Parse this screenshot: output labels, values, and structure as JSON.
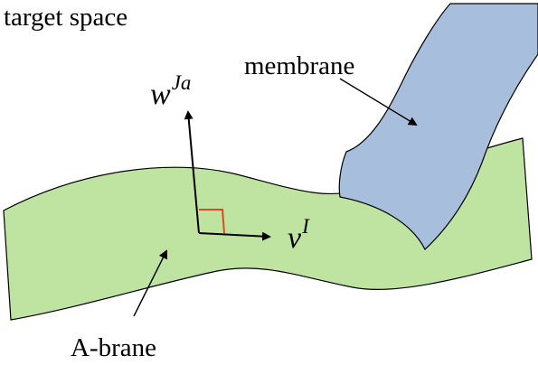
{
  "labels": {
    "target_space": "target space",
    "membrane": "membrane",
    "a_brane": "A-brane"
  },
  "math": {
    "w_base": "w",
    "w_sup": "Ja",
    "v_base": "v",
    "v_sup": "I"
  },
  "colors": {
    "a_brane_fill": "#bfe3a0",
    "membrane_fill": "#a7bfdc",
    "outline": "#000000",
    "right_angle_marker": "#e04a1c"
  }
}
